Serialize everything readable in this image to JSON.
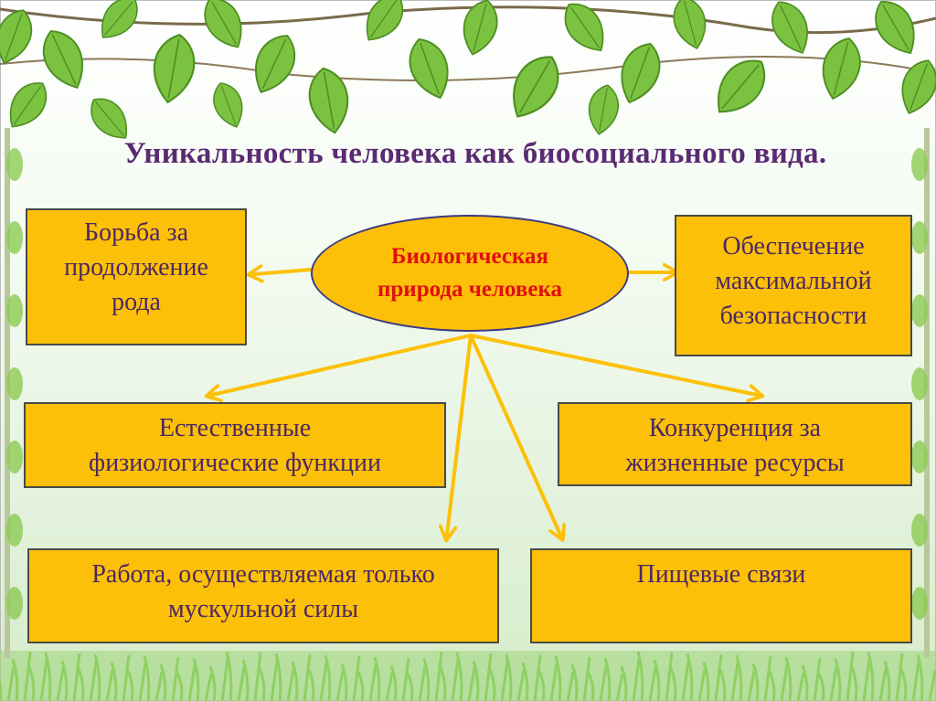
{
  "slide": {
    "title": "Уникальность человека как биосоциального вида."
  },
  "center": {
    "line1": "Биологическая",
    "line2": "природа человека"
  },
  "boxes": {
    "top_left": [
      "Борьба за",
      "продолжение",
      "рода"
    ],
    "top_right": [
      "Обеспечение",
      "максимальной",
      "безопасности"
    ],
    "mid_left": [
      "Естественные",
      "физиологические функции"
    ],
    "mid_right": [
      "Конкуренция за",
      "жизненные ресурсы"
    ],
    "bottom_left": [
      "Работа, осуществляемая только",
      "мускульной силы"
    ],
    "bottom_right": [
      "Пищевые связи"
    ]
  },
  "colors": {
    "box_fill": "#fdc008",
    "arrow": "#fdc008",
    "title_text": "#5a2a72",
    "center_text": "#e01010",
    "box_text": "#4b2863"
  }
}
